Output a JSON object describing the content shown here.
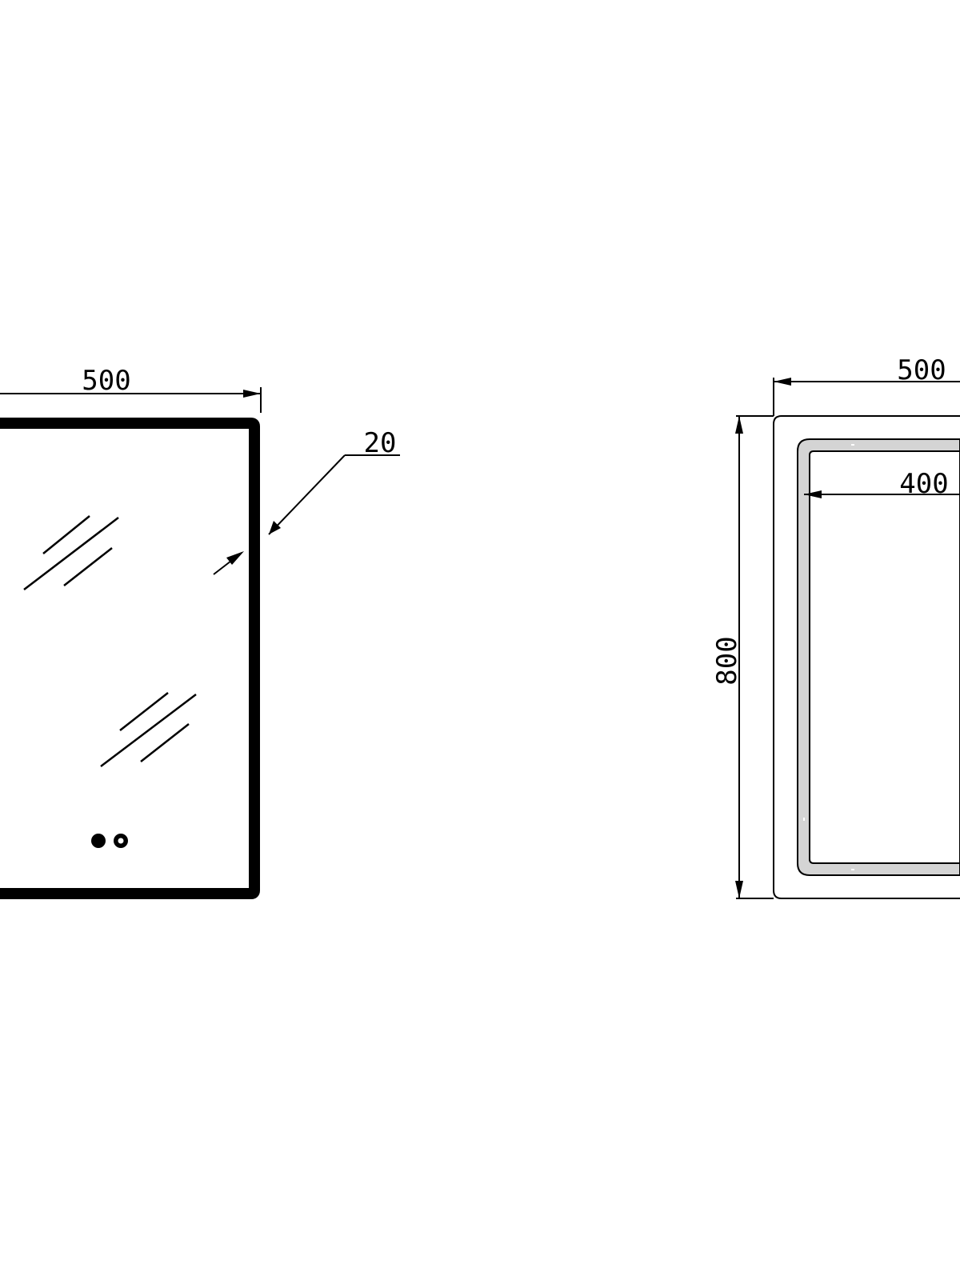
{
  "front_view": {
    "width_label": "500",
    "frame_label": "20"
  },
  "back_view": {
    "width_label": "500",
    "inner_width_label": "400",
    "height_label": "800"
  },
  "colors": {
    "line": "#000000",
    "light_band": "#d4d4d4",
    "background": "#ffffff"
  }
}
